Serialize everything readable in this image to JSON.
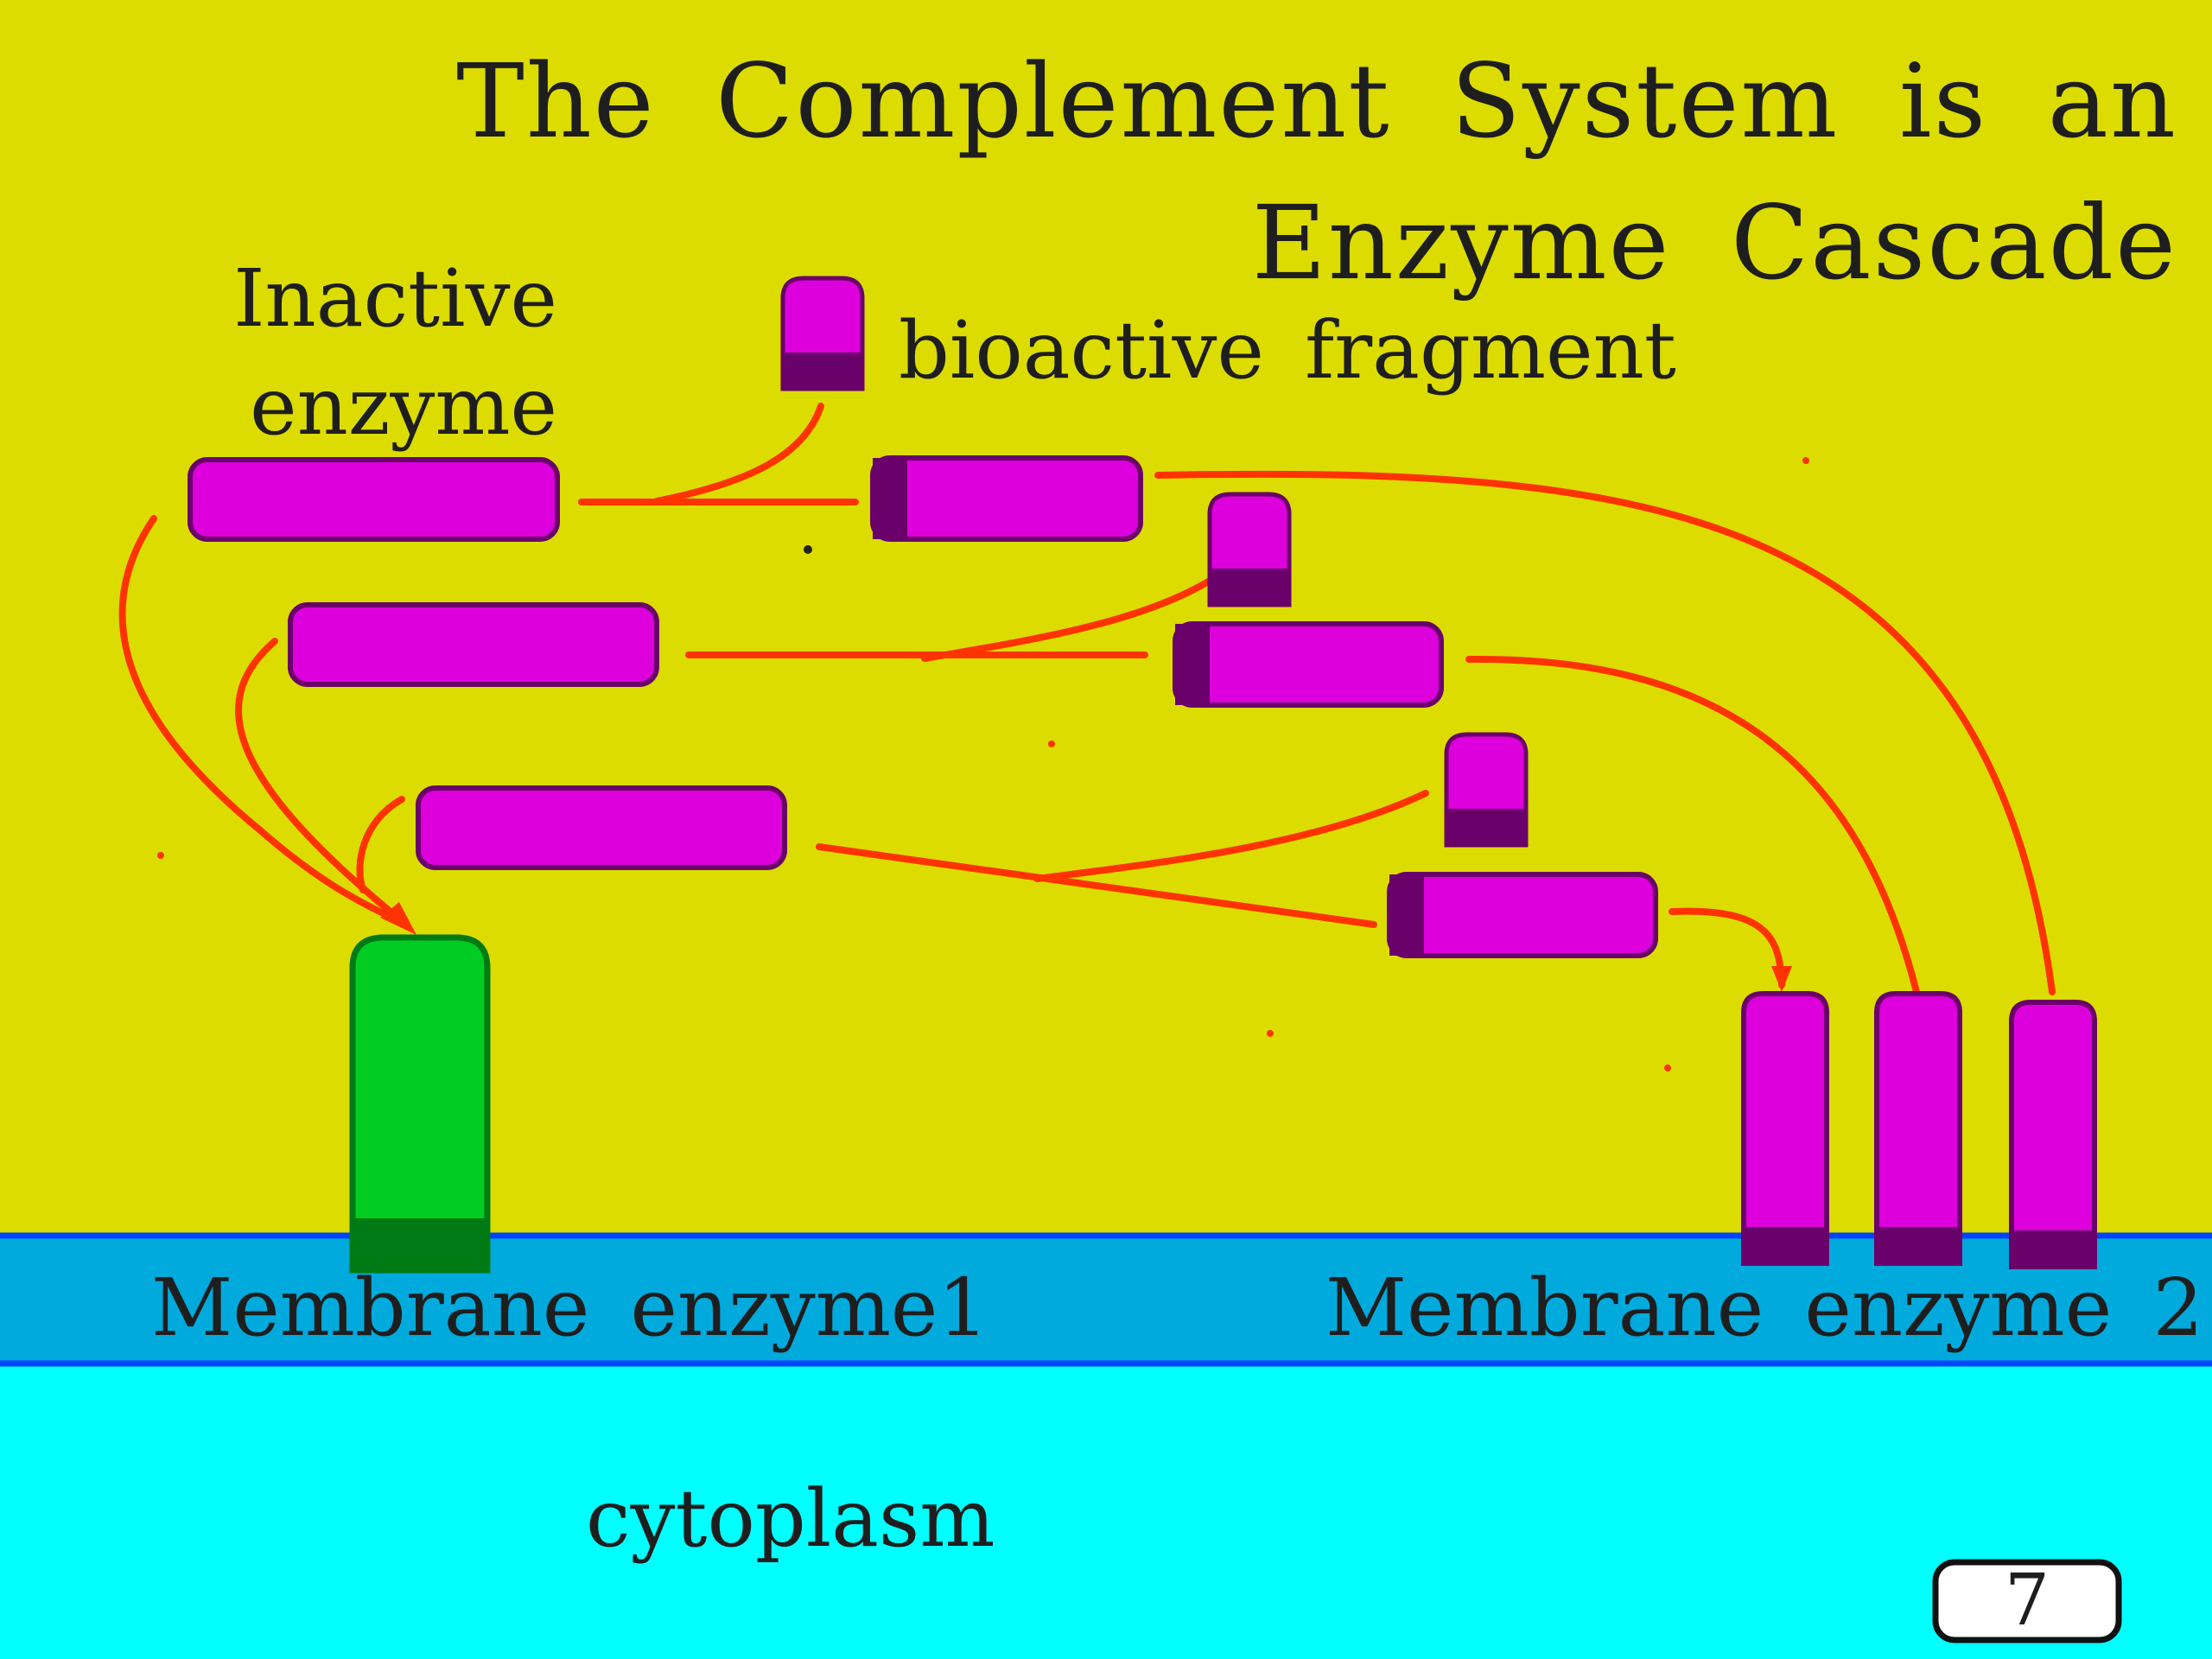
{
  "title_line1": "The Complement System is an",
  "title_line2": "Enzyme Cascade",
  "labels": {
    "inactive_enzyme_line1": "Inactive",
    "inactive_enzyme_line2": "enzyme",
    "bioactive_fragment": "bioactive fragment",
    "membrane_enzyme1": "Membrane enzyme1",
    "membrane_enzyme2": "Membrane enzyme 2",
    "cytoplasm": "cytoplasm"
  },
  "page_number": "7",
  "colors": {
    "background": "#dcdc00",
    "membrane": "#00aadd",
    "cytoplasm": "#00ffff",
    "enzyme": "#dd00dd",
    "enzyme_dark": "#6a006a",
    "membrane_enzyme1": "#00cc22",
    "arrow": "#ff3300"
  }
}
